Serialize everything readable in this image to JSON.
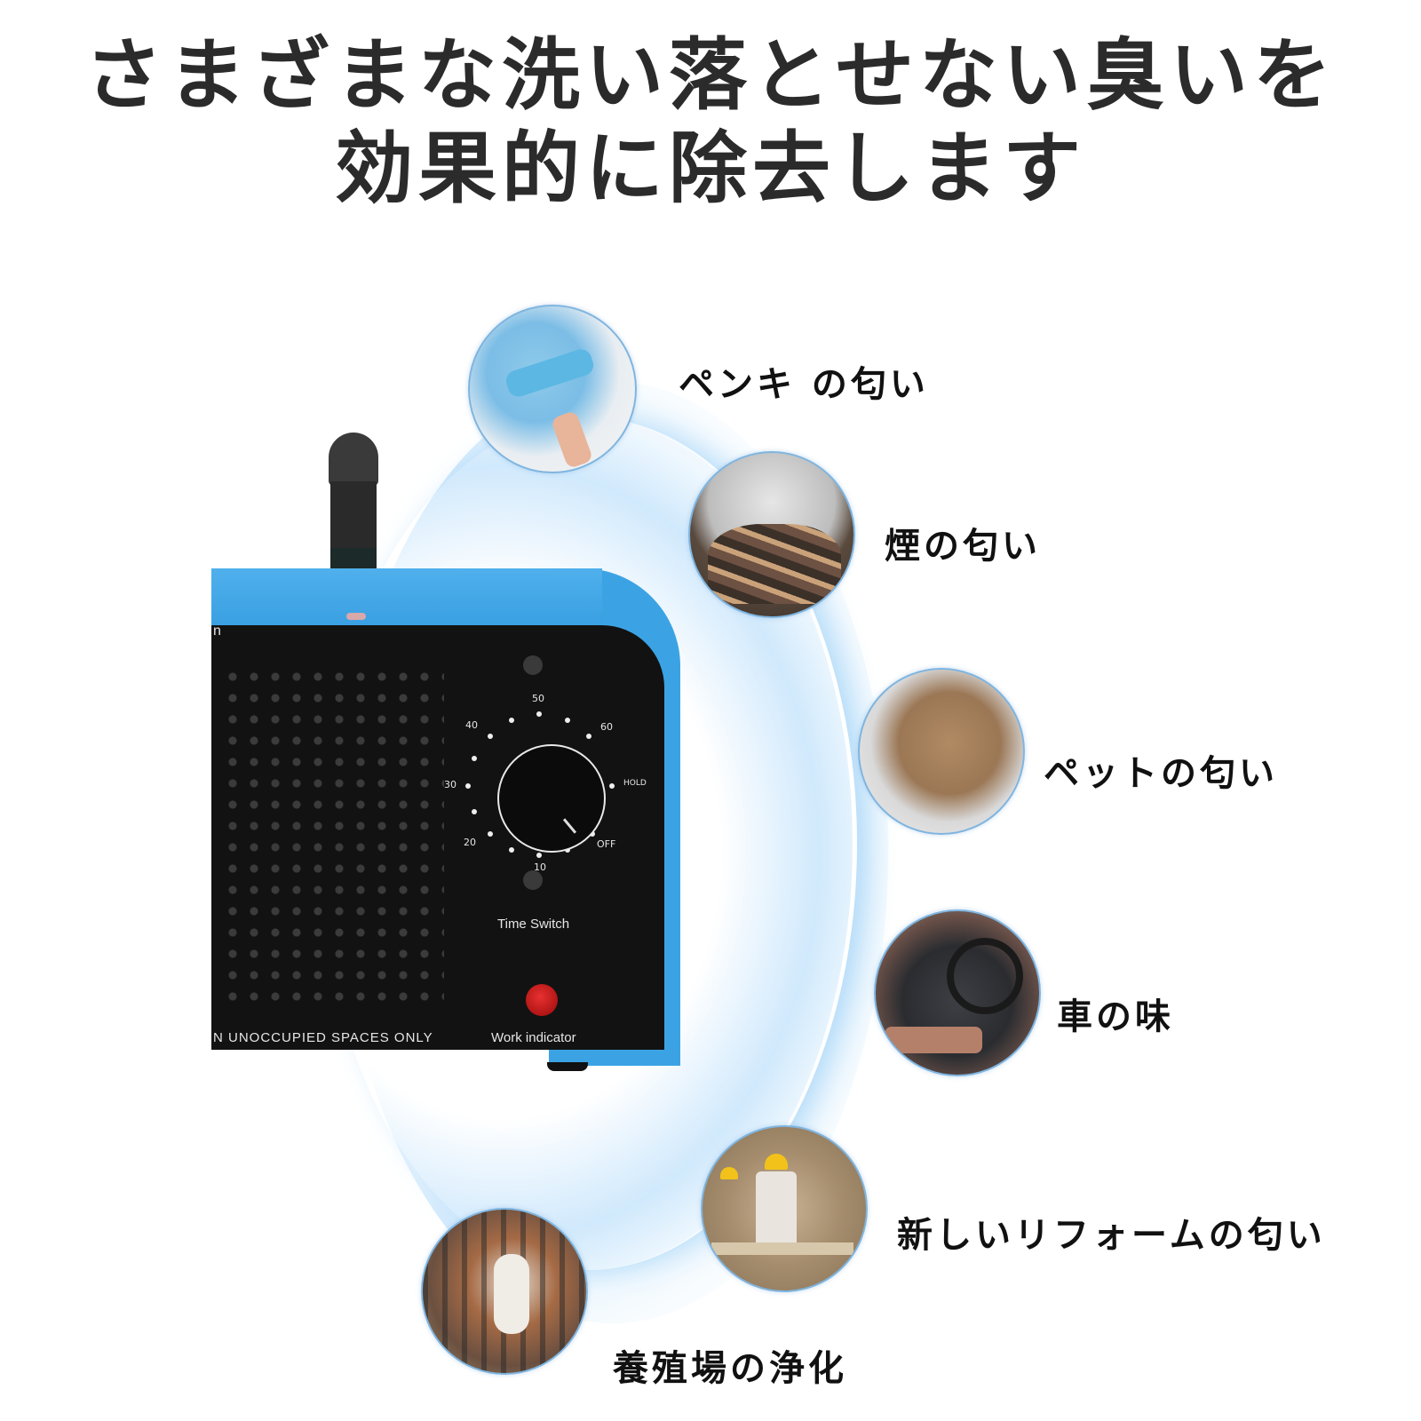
{
  "headline": {
    "line1": "さまざまな洗い落とせない臭いを",
    "line2": "効果的に除去します"
  },
  "device": {
    "body_color": "#3ba3e4",
    "panel_color": "#121212",
    "corner_text": "n",
    "dial": {
      "labels": [
        "10",
        "20",
        "30",
        "40",
        "50",
        "60",
        "HOLD",
        "OFF"
      ],
      "caption": "Time Switch"
    },
    "indicator": {
      "caption": "Work indicator",
      "color": "#d42020"
    },
    "warning": "N UNOCCUPIED SPACES ONLY"
  },
  "items": [
    {
      "label": "ペンキ の匂い",
      "image": "paint-roller-photo"
    },
    {
      "label": "煙の匂い",
      "image": "ashtray-cigarettes-photo"
    },
    {
      "label": "ペットの匂い",
      "image": "dog-photo"
    },
    {
      "label": "車の味",
      "image": "car-interior-photo"
    },
    {
      "label": "新しいリフォームの匂い",
      "image": "construction-workers-photo"
    },
    {
      "label": "養殖場の浄化",
      "image": "cow-farm-photo"
    }
  ]
}
